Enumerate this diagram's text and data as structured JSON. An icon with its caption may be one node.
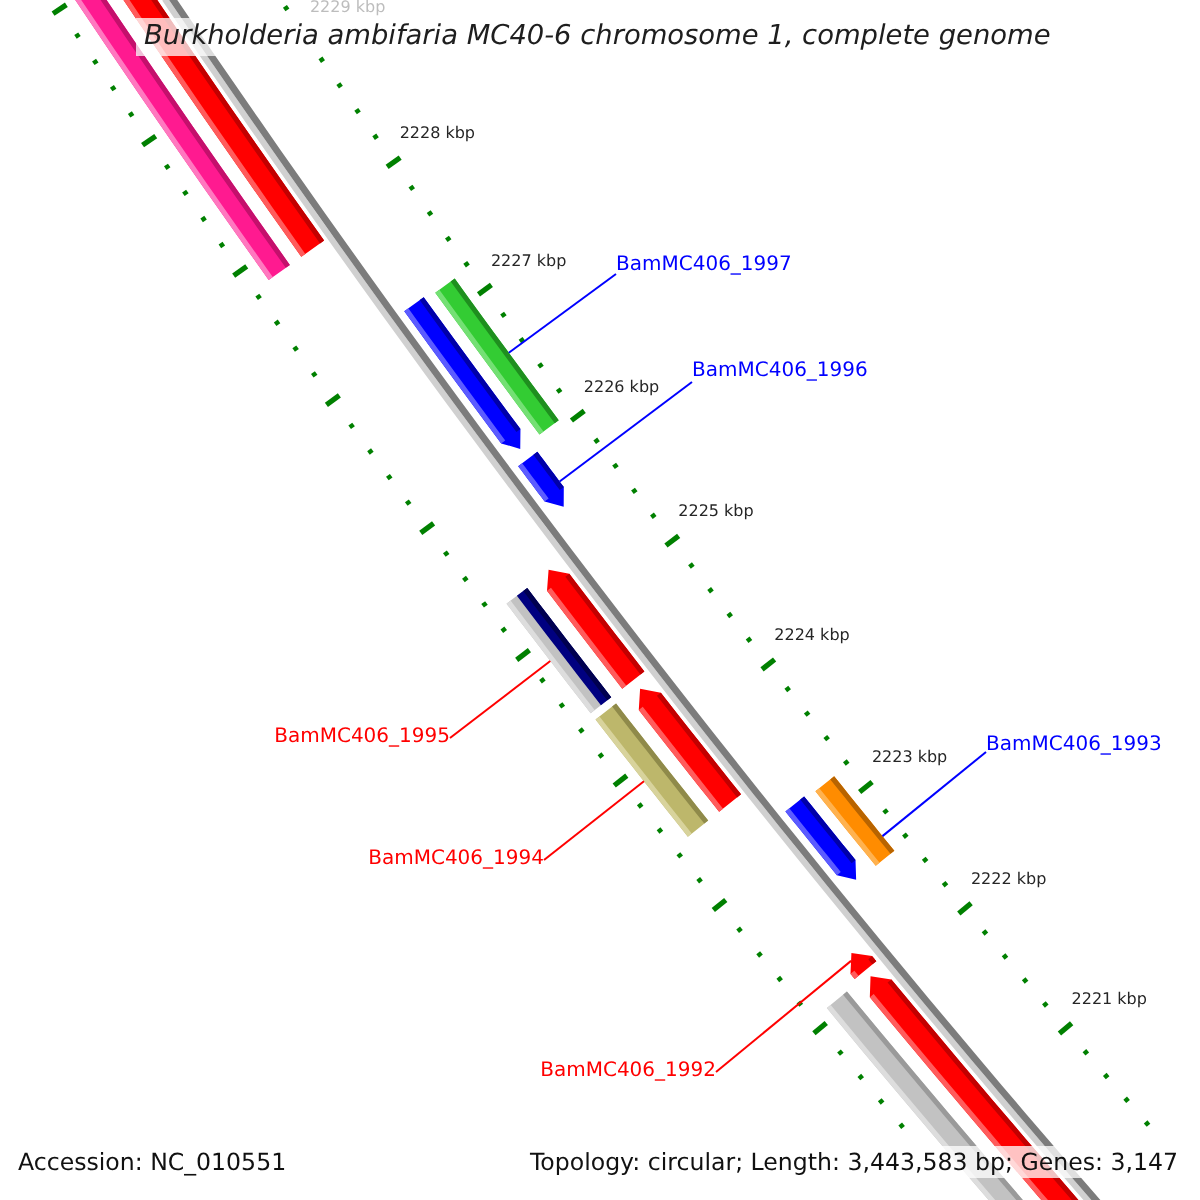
{
  "diagram": {
    "title": "Burkholderia ambifaria MC40-6 chromosome 1, complete genome",
    "nodes": [
      {
        "text": [],
        "shape": "bar"
      },
      {
        "text": [],
        "shape": "bar"
      },
      {
        "text": [],
        "shape": "bar"
      },
      {
        "text": [],
        "shape": "arrow"
      },
      {
        "text": [],
        "shape": "arrow"
      },
      {
        "text": [],
        "shape": "bar"
      },
      {
        "text": [],
        "shape": "arrow"
      },
      {
        "text": [],
        "shape": "bar"
      },
      {
        "text": [],
        "shape": "arrow"
      },
      {
        "text": [],
        "shape": "bar"
      },
      {
        "text": [],
        "shape": "arrow"
      },
      {
        "text": [],
        "shape": "arrow"
      },
      {
        "text": [],
        "shape": "bar"
      },
      {
        "text": [],
        "shape": "arrow"
      },
      {
        "text": [
          "BamMC406_1997"
        ]
      },
      {
        "text": [
          "BamMC406_1996"
        ]
      },
      {
        "text": [
          "BamMC406_1993"
        ]
      },
      {
        "text": [
          "BamMC406_1995"
        ]
      },
      {
        "text": [
          "BamMC406_1994"
        ]
      },
      {
        "text": [
          "BamMC406_1992"
        ]
      }
    ],
    "edges": [
      {
        "from": 14,
        "to": 2,
        "arrow": "none",
        "color": "#0000ff"
      },
      {
        "from": 15,
        "to": 4,
        "arrow": "none",
        "color": "#0000ff"
      },
      {
        "from": 16,
        "to": 9,
        "arrow": "none",
        "color": "#0000ff"
      },
      {
        "from": 17,
        "to": 5,
        "arrow": "none",
        "color": "#ff0000"
      },
      {
        "from": 18,
        "to": 7,
        "arrow": "none",
        "color": "#ff0000"
      },
      {
        "from": 19,
        "to": 11,
        "arrow": "none",
        "color": "#ff0000"
      }
    ],
    "labels": [
      "2229 kbp",
      "2228 kbp",
      "2227 kbp",
      "2226 kbp",
      "2225 kbp",
      "2224 kbp",
      "2223 kbp",
      "2222 kbp",
      "2221 kbp",
      "Accession: NC_010551",
      "Topology: circular; Length: 3,443,583 bp; Genes: 3,147"
    ]
  }
}
